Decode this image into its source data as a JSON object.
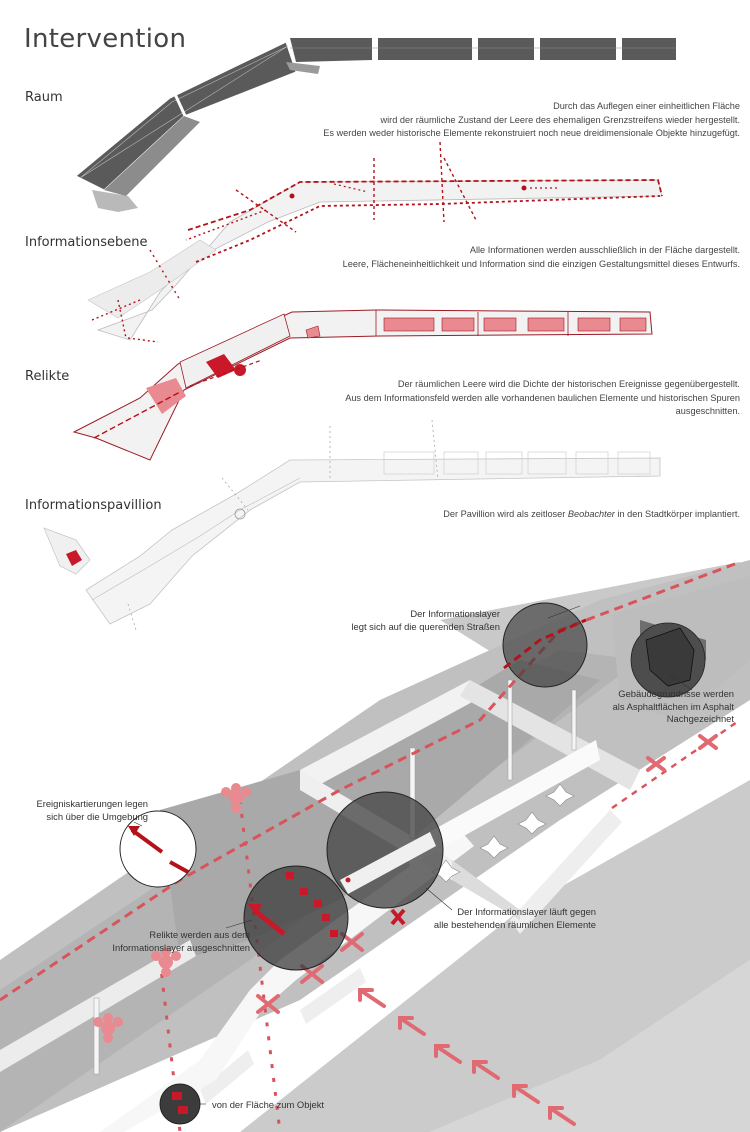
{
  "title": "Intervention",
  "sections": [
    {
      "heading": "Raum",
      "lines": [
        "Durch das Auflegen einer einheitlichen Fläche",
        "wird der räumliche Zustand der Leere des ehemaligen Grenzstreifens wieder hergestellt.",
        "Es werden weder historische Elemente rekonstruiert noch neue dreidimensionale Objekte hinzugefügt."
      ]
    },
    {
      "heading": "Informationsebene",
      "lines": [
        "Alle Informationen werden ausschließlich in der Fläche dargestellt.",
        "Leere, Flächeneinheitlichkeit und Information sind die einzigen Gestaltungsmittel dieses Entwurfs."
      ]
    },
    {
      "heading": "Relikte",
      "lines": [
        "Der räumlichen Leere wird die Dichte der historischen Ereignisse gegenübergestellt.",
        "Aus dem Informationsfeld werden alle vorhandenen baulichen Elemente und historischen Spuren ausgeschnitten."
      ]
    },
    {
      "heading": "Informationspavillion",
      "line_pre": "Der Pavillion wird als zeitloser ",
      "line_italic": "Beobachter",
      "line_post": " in den Stadtkörper implantiert."
    }
  ],
  "annotations": {
    "layer_streets": [
      "Der Informationslayer",
      "legt sich auf die querenden Straßen"
    ],
    "footprints": [
      "Gebäudegrundrisse werden",
      "als Asphaltflächen im Asphalt",
      "Nachgezeichnet"
    ],
    "events": [
      "Ereigniskartierungen legen",
      "sich über die Umgebung"
    ],
    "relics": [
      "Relikte werden aus dem",
      "Informationslayer ausgeschnitten"
    ],
    "layer_elements": [
      "Der Informationslayer läuft gegen",
      "alle bestehenden räumlichen Elemente"
    ],
    "surface_object": "von der Fläche zum Objekt"
  },
  "colors": {
    "accent_red": "#b3121a",
    "light_red": "#e88a8f",
    "dark_gray": "#555555",
    "mid_gray": "#a8a8a8",
    "light_gray": "#ebebeb"
  }
}
